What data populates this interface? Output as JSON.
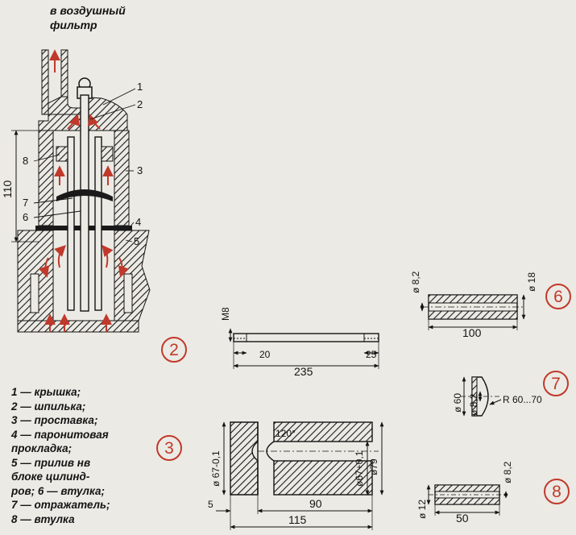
{
  "header": {
    "line1": "в воздушный",
    "line2": "фильтр"
  },
  "callouts": [
    "1",
    "2",
    "3",
    "4",
    "5",
    "6",
    "7",
    "8"
  ],
  "dimensions": {
    "assembly_height": "110",
    "part2": {
      "m": "M8",
      "left": "20",
      "total": "235",
      "right": "25"
    },
    "part3": {
      "outer": "ø 67-0,1",
      "angle": "120°",
      "bore": "ø67+0,1",
      "dia": "ø79",
      "step": "5",
      "inner": "90",
      "total": "115"
    },
    "part6": {
      "bore": "ø 8,2",
      "outer": "ø 18",
      "length": "100"
    },
    "part7": {
      "outer": "ø 60",
      "bore": "ø 8,2",
      "radius": "R 60...70"
    },
    "part8": {
      "outer": "ø 12",
      "bore": "ø 8,2",
      "length": "50"
    }
  },
  "part_numbers": {
    "p2": "2",
    "p3": "3",
    "p6": "6",
    "p7": "7",
    "p8": "8"
  },
  "legend": [
    "1 — крышка;",
    "2 — шпилька;",
    "3 — проставка;",
    "4 — паронитовая",
    "прокладка;",
    "5 — прилив нв",
    "блоке цилинд-",
    "ров; 6 — втулка;",
    "7 — отражатель;",
    "8 — втулка"
  ],
  "colors": {
    "ink": "#141414",
    "paper": "#eceae4",
    "accent": "#c0392b"
  }
}
